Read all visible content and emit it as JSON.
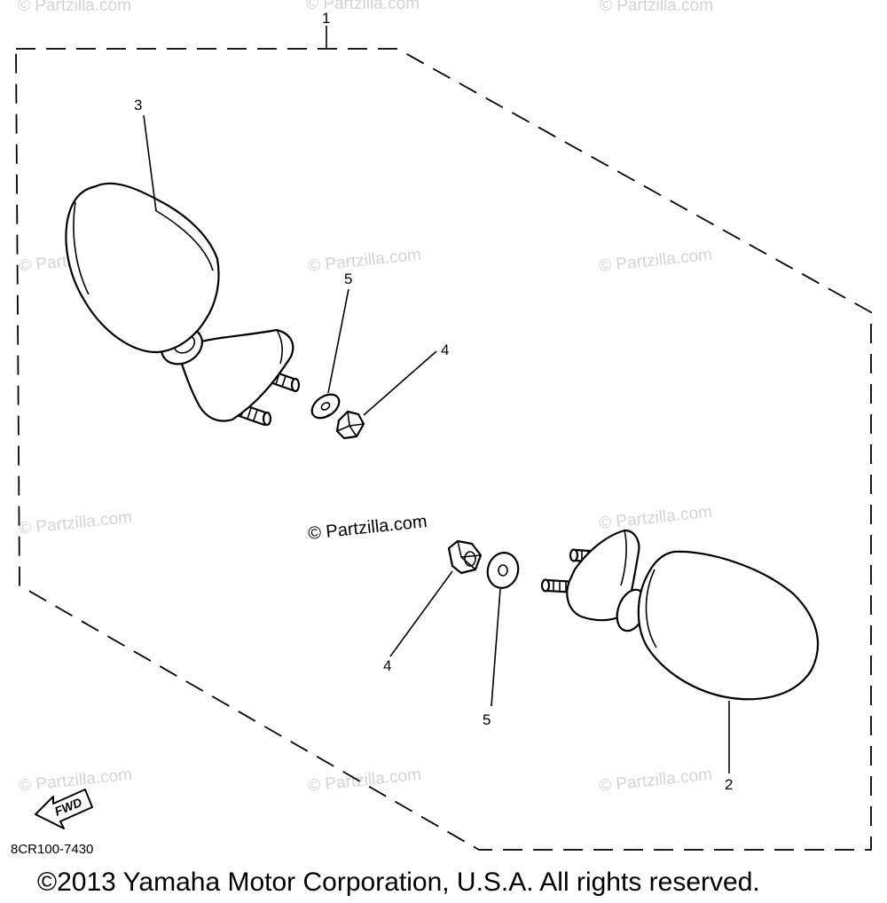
{
  "callouts": {
    "assembly": "1",
    "mirror_right": "2",
    "mirror_left": "3",
    "nut_upper": "4",
    "washer_upper": "5",
    "nut_lower": "4",
    "washer_lower": "5"
  },
  "watermark": {
    "text": "© Partzilla.com",
    "center_text": "© Partzilla.com"
  },
  "fwd_label": "FWD",
  "diagram_code": "8CR100-7430",
  "copyright": "©2013 Yamaha Motor Corporation, U.S.A. All rights reserved."
}
